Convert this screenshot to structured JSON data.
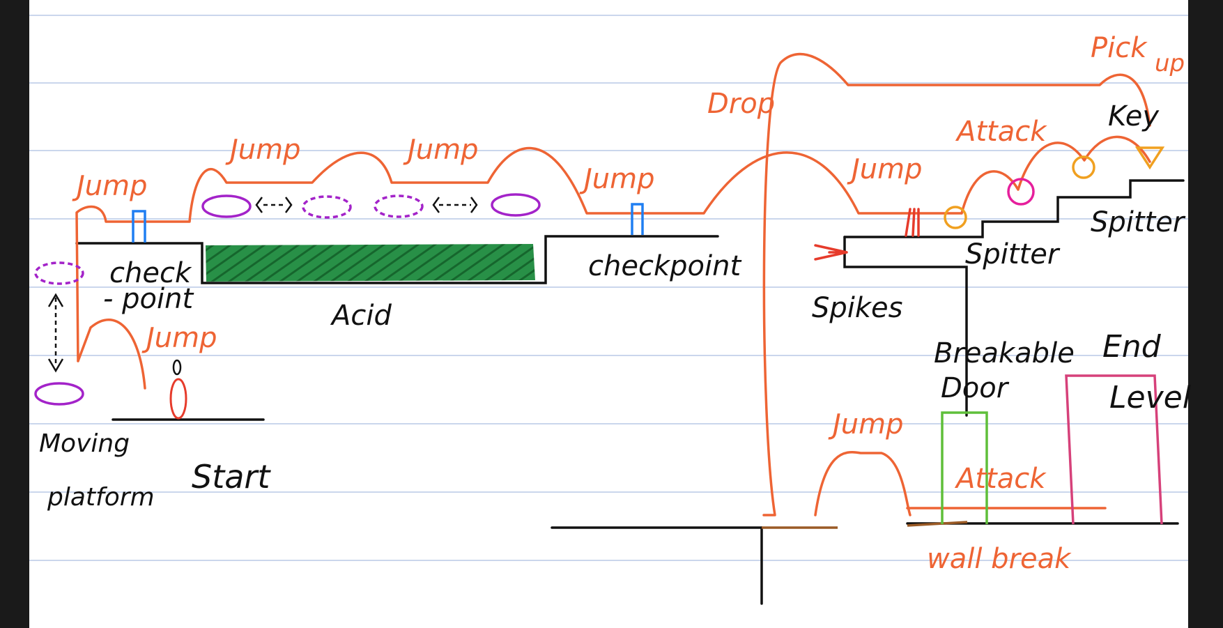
{
  "colors": {
    "background": "#1a1a1a",
    "paper": "#ffffff",
    "rule_line": "#b8c8e6",
    "path_orange": "#ee6434",
    "ground_black": "#111111",
    "acid_green": "#0e7a30",
    "checkpoint_blue": "#1f7ef2",
    "platform_purple": "#a323c9",
    "spike_red": "#e63b2b",
    "door_green": "#5fbf3a",
    "end_pink": "#d6417a",
    "enemy_orange": "#f0a020",
    "enemy_magenta": "#e61f9c",
    "brown_wall": "#9a5a25"
  },
  "labels": {
    "jump_1": "Jump",
    "jump_2": "Jump",
    "jump_3": "Jump",
    "jump_4": "Jump",
    "jump_5": "Jump",
    "jump_6": "Jump",
    "jump_7": "Jump",
    "check_point_1": "check",
    "check_point_2": "- point",
    "acid": "Acid",
    "checkpoint_2": "checkpoint",
    "moving_1": "Moving",
    "moving_2": "platform",
    "start": "Start",
    "drop": "Drop",
    "spikes": "Spikes",
    "attack_top": "Attack",
    "attack_bottom": "Attack",
    "pick_up_1": "Pick",
    "pick_up_2": "up",
    "key": "Key",
    "spitter_1": "Spitter",
    "spitter_2": "Spitter",
    "breakable_1": "Breakable",
    "breakable_2": "Door",
    "end_1": "End",
    "end_2": "Level",
    "wall_break": "wall break"
  },
  "icons": {
    "moving_arrow": "double-headed-dashed-arrow",
    "checkpoint_flag": "blue-checkpoint-marker",
    "player": "red-oval-player",
    "spike": "red-spike-arrow",
    "enemy": "circle-enemy",
    "key": "orange-triangle-key"
  }
}
